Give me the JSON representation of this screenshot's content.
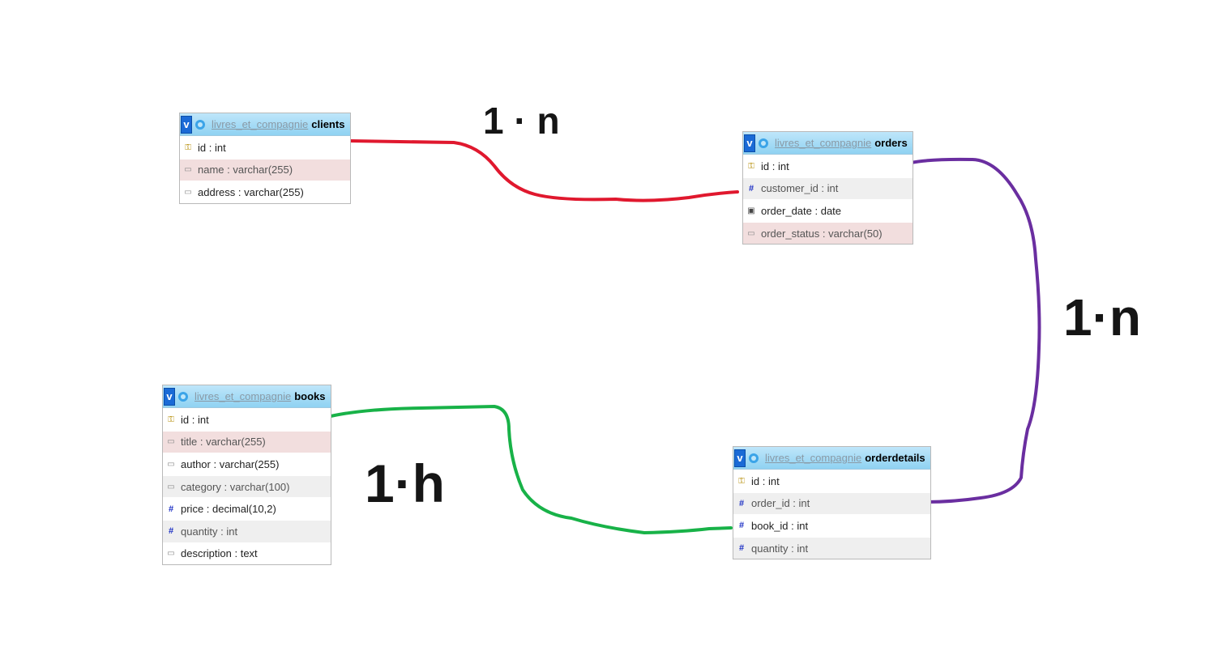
{
  "colors": {
    "rel_red": "#e0182e",
    "rel_purple": "#6a2ea0",
    "rel_green": "#18b248"
  },
  "annotations": {
    "top": "1 · n",
    "right": "1·n",
    "left": "1·h"
  },
  "tables": {
    "clients": {
      "db": "livres_et_compagnie",
      "name": "clients",
      "rows": [
        {
          "icon": "key-icon",
          "text": "id : int"
        },
        {
          "icon": "varchar-icon",
          "text": "name : varchar(255)"
        },
        {
          "icon": "varchar-icon",
          "text": "address : varchar(255)"
        }
      ]
    },
    "orders": {
      "db": "livres_et_compagnie",
      "name": "orders",
      "rows": [
        {
          "icon": "key-icon",
          "text": "id : int"
        },
        {
          "icon": "number-icon",
          "text": "customer_id : int"
        },
        {
          "icon": "date-icon",
          "text": "order_date : date"
        },
        {
          "icon": "varchar-icon",
          "text": "order_status : varchar(50)"
        }
      ]
    },
    "books": {
      "db": "livres_et_compagnie",
      "name": "books",
      "rows": [
        {
          "icon": "key-icon",
          "text": "id : int"
        },
        {
          "icon": "varchar-icon",
          "text": "title : varchar(255)"
        },
        {
          "icon": "varchar-icon",
          "text": "author : varchar(255)"
        },
        {
          "icon": "varchar-icon",
          "text": "category : varchar(100)"
        },
        {
          "icon": "number-icon",
          "text": "price : decimal(10,2)"
        },
        {
          "icon": "number-icon",
          "text": "quantity : int"
        },
        {
          "icon": "varchar-icon",
          "text": "description : text"
        }
      ]
    },
    "orderdetails": {
      "db": "livres_et_compagnie",
      "name": "orderdetails",
      "rows": [
        {
          "icon": "key-icon",
          "text": "id : int"
        },
        {
          "icon": "number-icon",
          "text": "order_id : int"
        },
        {
          "icon": "number-icon",
          "text": "book_id : int"
        },
        {
          "icon": "number-icon",
          "text": "quantity : int"
        }
      ]
    }
  }
}
